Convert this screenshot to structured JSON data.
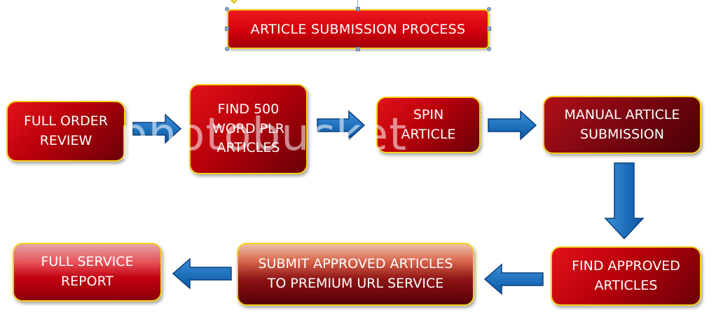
{
  "title": "ARTICLE SUBMISSION PROCESS",
  "steps": {
    "full_order_review": "FULL ORDER REVIEW",
    "find_plr": "FIND 500 WORD PLR ARTICLES",
    "spin_article": "SPIN ARTICLE",
    "manual_submission": "MANUAL ARTICLE SUBMISSION",
    "find_approved": "FIND APPROVED ARTICLES",
    "submit_approved": "SUBMIT APPROVED ARTICLES TO PREMIUM URL SERVICE",
    "full_service_report": "FULL SERVICE REPORT"
  },
  "colors": {
    "box_red": "#c4000c",
    "box_border": "#f2d21c",
    "arrow_blue": "#0a6cc0",
    "arrow_outline": "#0b3f7a"
  },
  "watermark": "photobucket"
}
